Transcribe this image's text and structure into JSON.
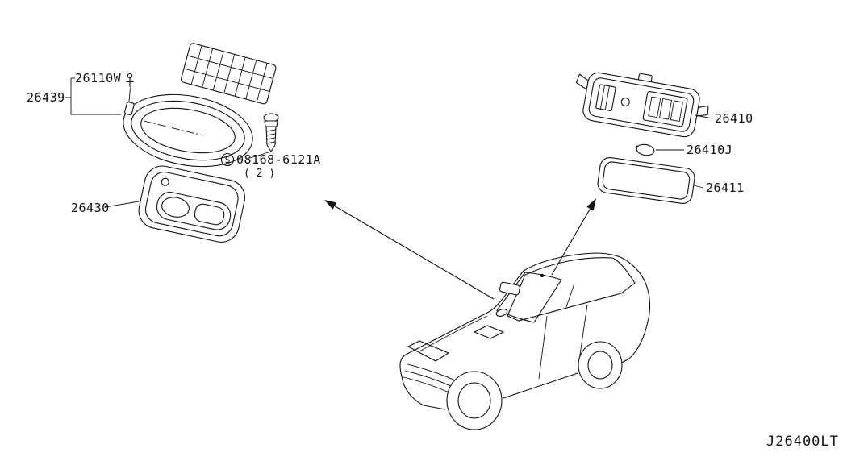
{
  "diagram": {
    "code": "J26400LT",
    "parts": {
      "clip": "26110W",
      "assembly": "26439",
      "screw_symbol": "S",
      "screw": "08168-6121A",
      "screw_qty": "( 2 )",
      "console_lamp": "26430",
      "room_lamp": "26410",
      "bulb": "26410J",
      "lens": "26411"
    }
  },
  "colors": {
    "line": "#111111",
    "background": "#ffffff"
  }
}
